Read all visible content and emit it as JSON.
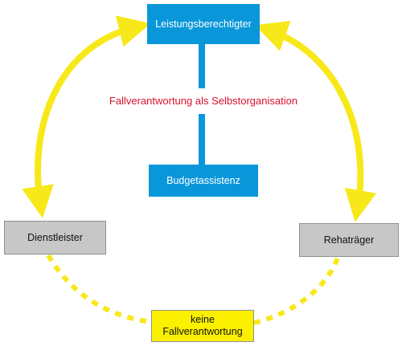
{
  "nodes": {
    "leistungsberechtigter": "Leistungsberechtigter",
    "budgetassistenz": "Budgetassistenz",
    "dienstleister": "Dienstleister",
    "rehatraeger": "Rehaträger",
    "keine_fallverantwortung": "keine\nFallverantwortung"
  },
  "center_label": "Fallverantwortung als Selbstorganisation",
  "colors": {
    "arrow_yellow": "#f7e81a",
    "box_blue": "#0a97d9",
    "box_gray": "#c7c7c8",
    "box_yellow": "#fbf000",
    "label_red": "#d8112c"
  }
}
